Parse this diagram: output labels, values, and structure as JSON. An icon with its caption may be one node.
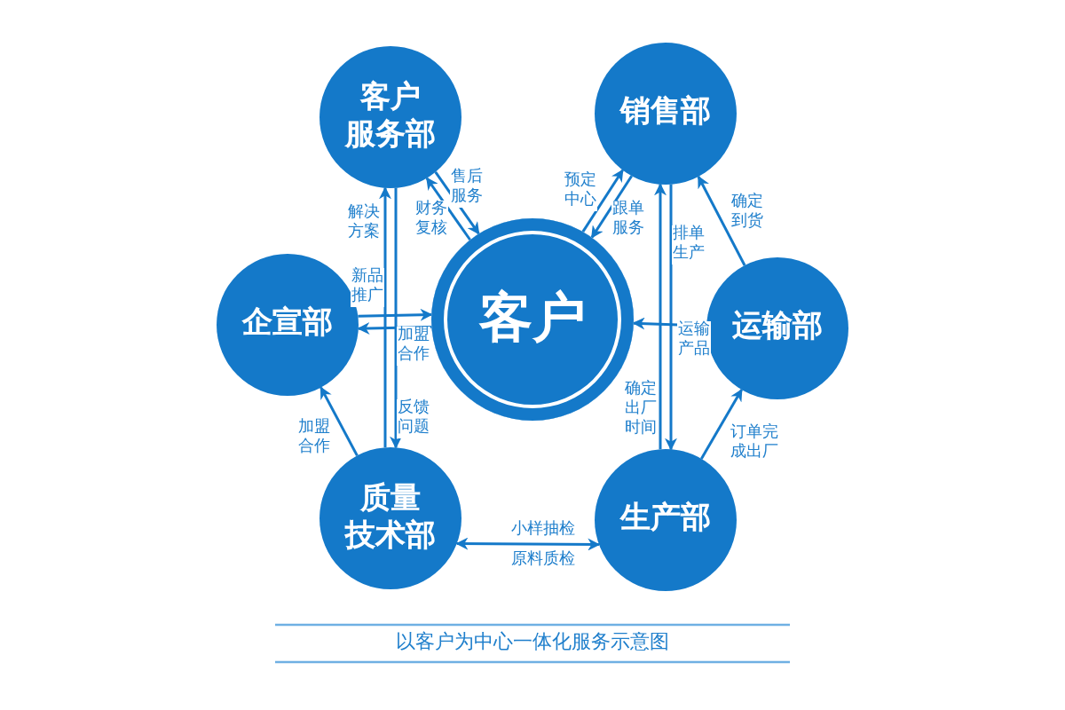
{
  "diagram": {
    "caption": "以客户为中心一体化服务示意图",
    "nodes": [
      {
        "text": [
          "客户服务部"
        ]
      },
      {
        "text": [
          "销售部"
        ]
      },
      {
        "text": [
          "企宣部"
        ]
      },
      {
        "text": [
          "客户"
        ]
      },
      {
        "text": [
          "运输部"
        ]
      },
      {
        "text": [
          "质量技术部"
        ]
      },
      {
        "text": [
          "生产部"
        ]
      }
    ],
    "edges": [
      {
        "from": 0,
        "to": 3,
        "arrow": "to",
        "label": "售后服务"
      },
      {
        "from": 3,
        "to": 0,
        "arrow": "to",
        "label": "财务复核"
      },
      {
        "from": 3,
        "to": 1,
        "arrow": "to",
        "label": "预定中心"
      },
      {
        "from": 1,
        "to": 3,
        "arrow": "to",
        "label": "跟单服务"
      },
      {
        "from": 5,
        "to": 0,
        "arrow": "to",
        "label": "解决方案"
      },
      {
        "from": 0,
        "to": 5,
        "arrow": "to",
        "label": "反馈问题"
      },
      {
        "from": 2,
        "to": 3,
        "arrow": "to",
        "label": "新品推广"
      },
      {
        "from": 3,
        "to": 2,
        "arrow": "to",
        "label": "加盟合作"
      },
      {
        "from": 5,
        "to": 2,
        "arrow": "to",
        "label": "加盟合作"
      },
      {
        "from": 5,
        "to": 6,
        "arrow": "both",
        "label": "小样抽检"
      },
      {
        "from": 1,
        "to": 6,
        "arrow": "to",
        "label": "排单生产"
      },
      {
        "from": 6,
        "to": 1,
        "arrow": "to",
        "label": "确定出厂时间"
      },
      {
        "from": 4,
        "to": 3,
        "arrow": "to",
        "label": "运输产品"
      },
      {
        "from": 4,
        "to": 1,
        "arrow": "to",
        "label": "确定到货"
      },
      {
        "from": 6,
        "to": 4,
        "arrow": "to",
        "label": "订单完成出厂"
      }
    ],
    "labels": [
      "原料质检"
    ]
  }
}
